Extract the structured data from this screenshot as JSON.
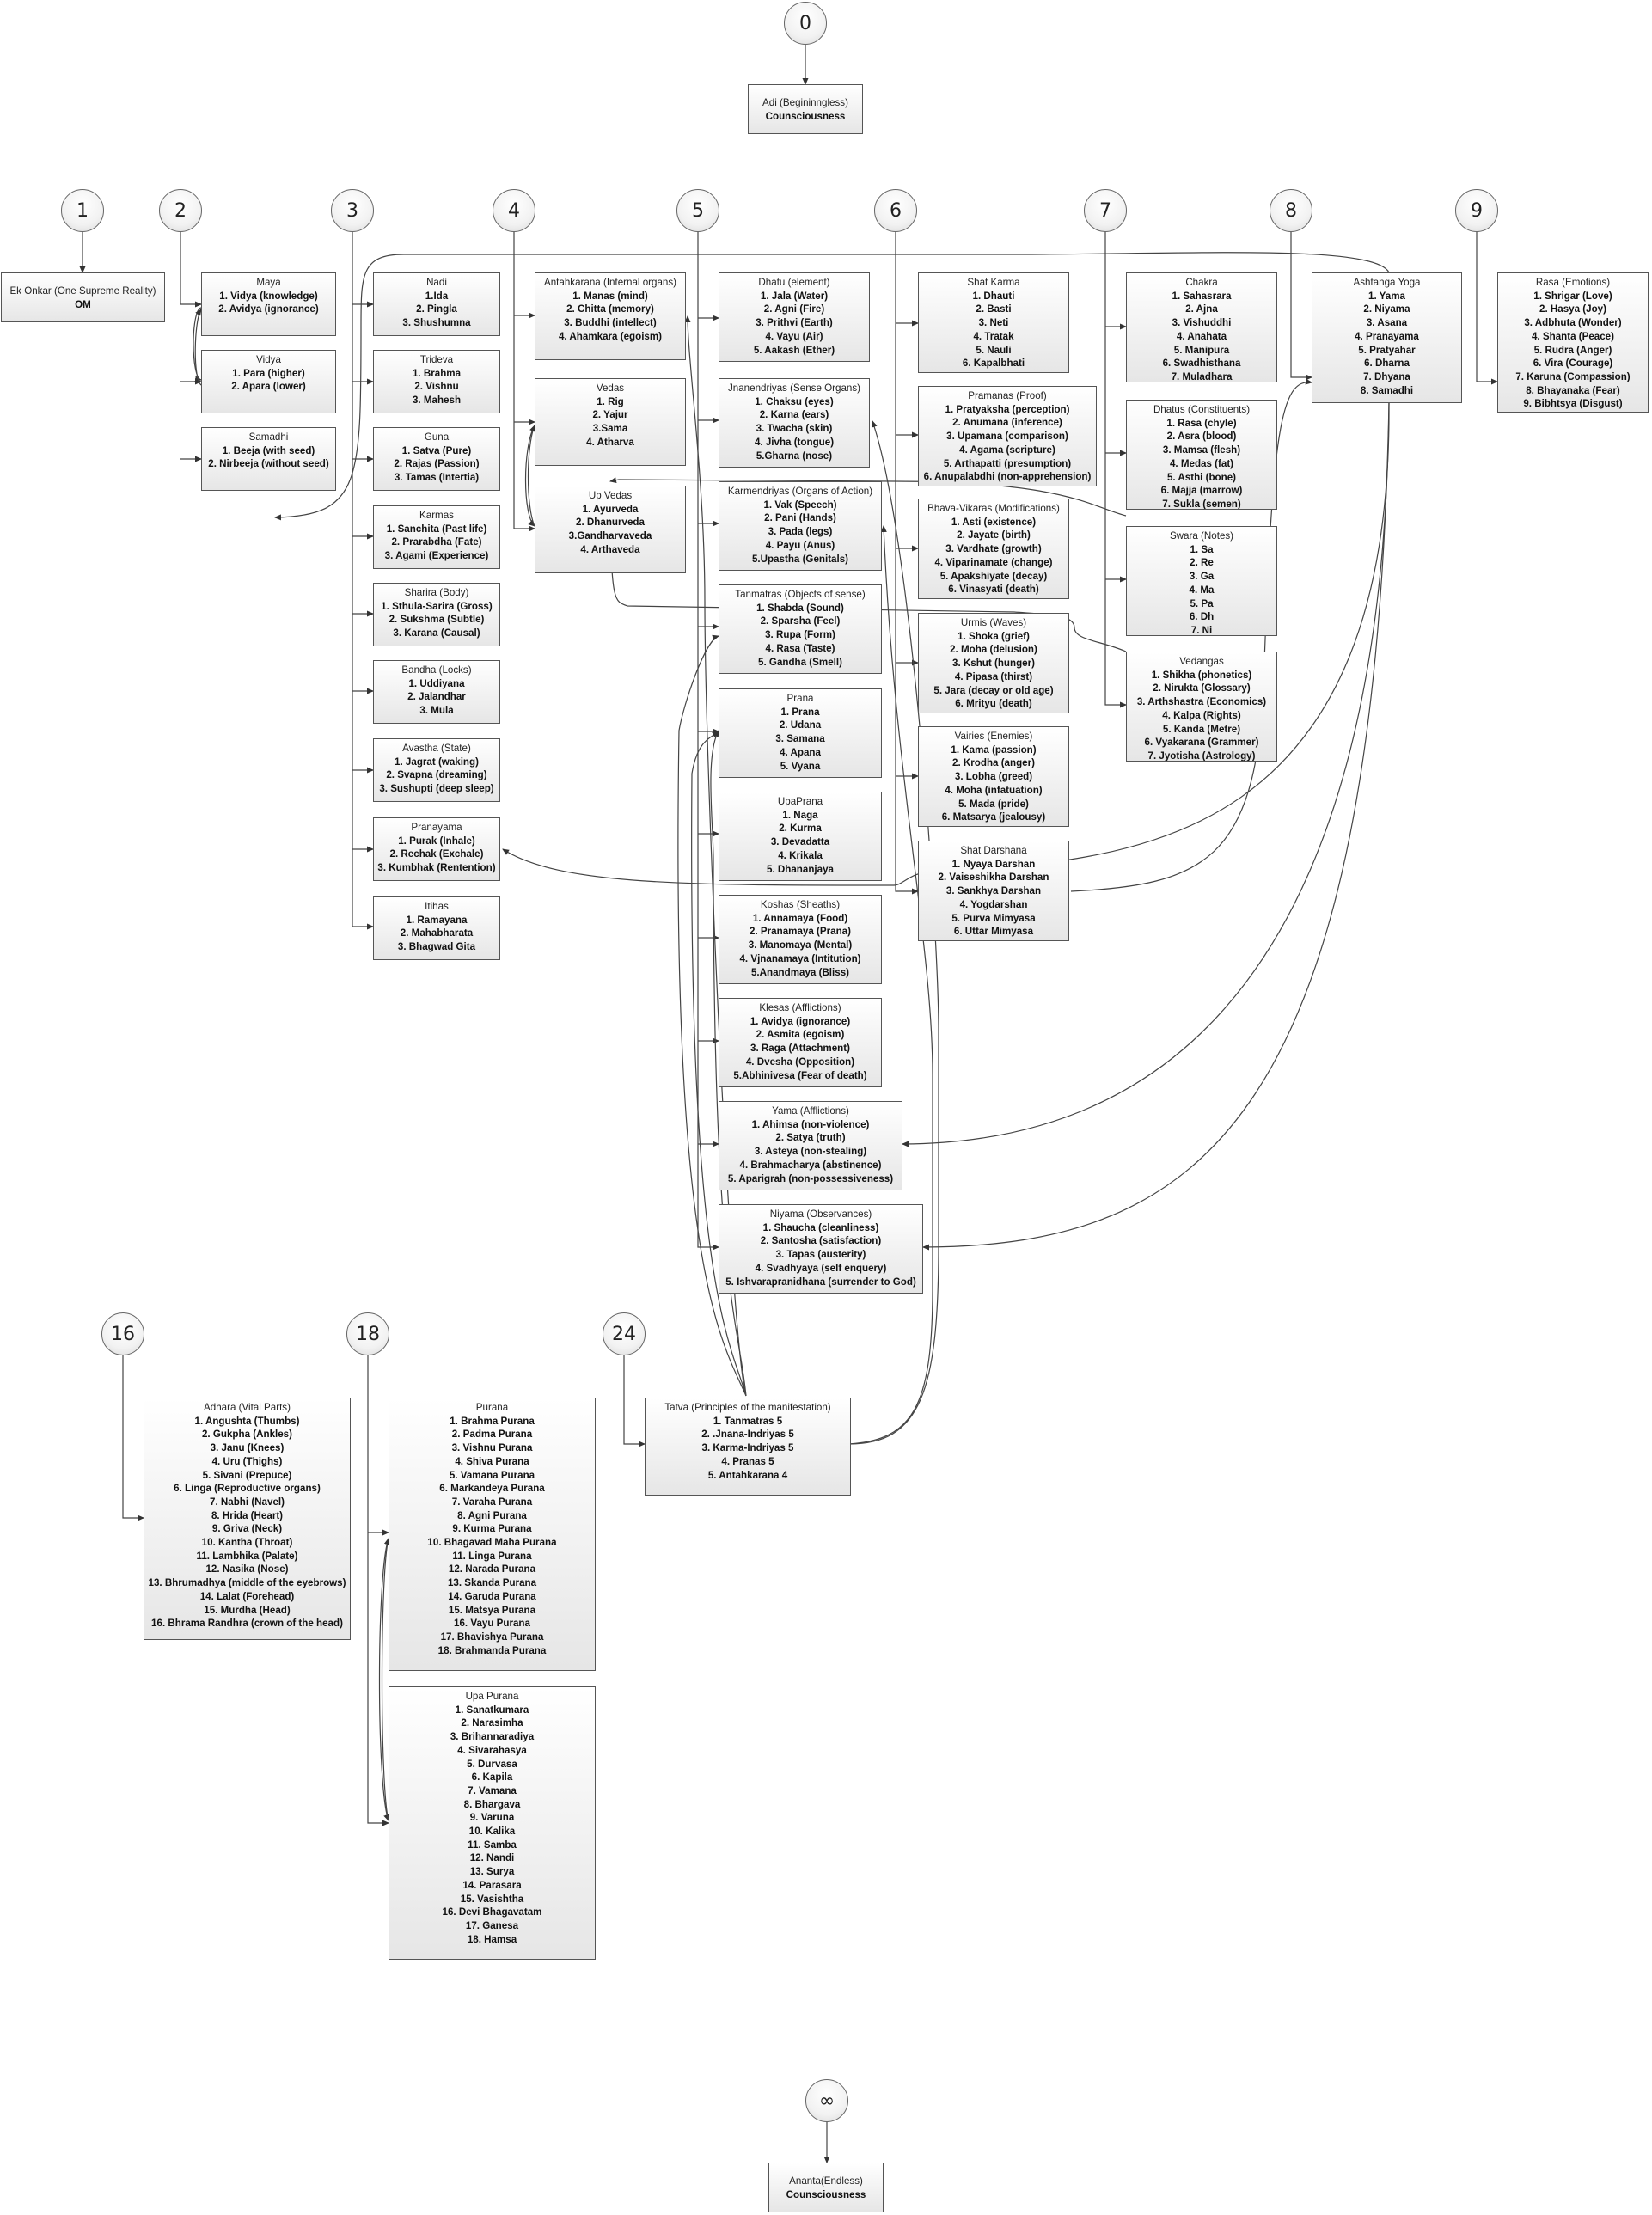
{
  "circles": {
    "c0": "0",
    "c1": "1",
    "c2": "2",
    "c3": "3",
    "c4": "4",
    "c5": "5",
    "c6": "6",
    "c7": "7",
    "c8": "8",
    "c9": "9",
    "c16": "16",
    "c18": "18",
    "c24": "24",
    "cinf": "∞"
  },
  "boxes": {
    "adi": {
      "title": "Adi (Begininngless)",
      "items": [
        "Counsciousness"
      ]
    },
    "ek_onkar": {
      "title": "Ek Onkar (One Supreme Reality)",
      "items": [
        "OM"
      ]
    },
    "maya": {
      "title": "Maya",
      "items": [
        "1. Vidya (knowledge)",
        "2. Avidya (ignorance)"
      ]
    },
    "vidya": {
      "title": "Vidya",
      "items": [
        "1. Para (higher)",
        "2.  Apara (lower)"
      ]
    },
    "samadhi": {
      "title": "Samadhi",
      "items": [
        "1. Beeja (with seed)",
        "2.  Nirbeeja (without seed)"
      ]
    },
    "nadi": {
      "title": "Nadi",
      "items": [
        "1.Ida",
        "2. Pingla",
        "3. Shushumna"
      ]
    },
    "trideva": {
      "title": "Trideva",
      "items": [
        "1. Brahma",
        "2. Vishnu",
        "3. Mahesh"
      ]
    },
    "guna": {
      "title": "Guna",
      "items": [
        "1. Satva (Pure)",
        "2.  Rajas (Passion)",
        "3. Tamas (Intertia)"
      ]
    },
    "karmas": {
      "title": "Karmas",
      "items": [
        "1. Sanchita (Past life)",
        "2. Prarabdha (Fate)",
        "3. Agami (Experience)"
      ]
    },
    "sharira": {
      "title": "Sharira (Body)",
      "items": [
        "1. Sthula-Sarira (Gross)",
        "2.  Sukshma (Subtle)",
        "3. Karana (Causal)"
      ]
    },
    "bandha": {
      "title": "Bandha (Locks)",
      "items": [
        "1. Uddiyana",
        "2. Jalandhar",
        "3. Mula"
      ]
    },
    "avastha": {
      "title": "Avastha (State)",
      "items": [
        "1. Jagrat (waking)",
        "2. Svapna (dreaming)",
        "3. Sushupti (deep sleep)"
      ]
    },
    "pranayama": {
      "title": "Pranayama",
      "items": [
        "1. Purak (Inhale)",
        "2. Rechak (Exchale)",
        "3. Kumbhak (Rentention)"
      ]
    },
    "itihas": {
      "title": "Itihas",
      "items": [
        "1. Ramayana",
        "2. Mahabharata",
        "3. Bhagwad Gita"
      ]
    },
    "antahkarana": {
      "title": "Antahkarana (Internal organs)",
      "items": [
        "1. Manas (mind)",
        "2. Chitta (memory)",
        "3. Buddhi (intellect)",
        "4. Ahamkara (egoism)"
      ]
    },
    "vedas": {
      "title": "Vedas",
      "items": [
        "1. Rig",
        "2. Yajur",
        "3.Sama",
        "4. Atharva"
      ]
    },
    "upvedas": {
      "title": "Up Vedas",
      "items": [
        "1. Ayurveda",
        "2. Dhanurveda",
        "3.Gandharvaveda",
        "4. Arthaveda"
      ]
    },
    "dhatu": {
      "title": "Dhatu (element)",
      "items": [
        "1. Jala (Water)",
        "2. Agni (Fire)",
        "3. Prithvi (Earth)",
        "4. Vayu (Air)",
        "5. Aakash (Ether)"
      ]
    },
    "jnanendriyas": {
      "title": "Jnanendriyas (Sense Organs)",
      "items": [
        "1. Chaksu (eyes)",
        "2. Karna (ears)",
        "3. Twacha (skin)",
        "4. Jivha (tongue)",
        "5.Gharna (nose)"
      ]
    },
    "karmendriyas": {
      "title": "Karmendriyas (Organs of Action)",
      "items": [
        "1. Vak (Speech)",
        "2. Pani (Hands)",
        "3. Pada (legs)",
        "4. Payu (Anus)",
        "5.Upastha (Genitals)"
      ]
    },
    "tanmatras": {
      "title": "Tanmatras (Objects of sense)",
      "items": [
        "1. Shabda (Sound)",
        "2. Sparsha (Feel)",
        "3. Rupa (Form)",
        "4. Rasa (Taste)",
        "5. Gandha (Smell)"
      ]
    },
    "prana": {
      "title": "Prana",
      "items": [
        "1. Prana",
        "2. Udana",
        "3. Samana",
        "4. Apana",
        "5. Vyana"
      ]
    },
    "upaprana": {
      "title": "UpaPrana",
      "items": [
        "1. Naga",
        "2. Kurma",
        "3. Devadatta",
        "4. Krikala",
        "5. Dhananjaya"
      ]
    },
    "koshas": {
      "title": "Koshas (Sheaths)",
      "items": [
        "1. Annamaya (Food)",
        "2. Pranamaya (Prana)",
        "3. Manomaya (Mental)",
        "4. Vjnanamaya (Intitution)",
        "5.Anandmaya (Bliss)"
      ]
    },
    "klesas": {
      "title": "Klesas (Afflictions)",
      "items": [
        "1. Avidya (ignorance)",
        "2. Asmita (egoism)",
        "3. Raga (Attachment)",
        "4. Dvesha (Opposition)",
        "5.Abhinivesa (Fear of death)"
      ]
    },
    "yama": {
      "title": "Yama (Afflictions)",
      "items": [
        "1. Ahimsa (non-violence)",
        "2. Satya (truth)",
        "3. Asteya (non-stealing)",
        "4. Brahmacharya (abstinence)",
        "5. Aparigrah (non-possessiveness)"
      ]
    },
    "niyama": {
      "title": "Niyama (Observances)",
      "items": [
        "1. Shaucha (cleanliness)",
        "2. Santosha (satisfaction)",
        "3. Tapas (austerity)",
        "4. Svadhyaya (self enquery)",
        "5. Ishvarapranidhana (surrender to God)"
      ]
    },
    "shat_karma": {
      "title": "Shat Karma",
      "items": [
        "1. Dhauti",
        "2. Basti",
        "3. Neti",
        "4. Tratak",
        "5. Nauli",
        "6. Kapalbhati"
      ]
    },
    "pramanas": {
      "title": "Pramanas (Proof)",
      "items": [
        "1. Pratyaksha (perception)",
        "2. Anumana (inference)",
        "3. Upamana (comparison)",
        "4. Agama (scripture)",
        "5. Arthapatti (presumption)",
        "6. Anupalabdhi (non-apprehension)"
      ]
    },
    "bhava": {
      "title": "Bhava-Vikaras (Modifications)",
      "items": [
        "1. Asti (existence)",
        "2. Jayate (birth)",
        "3. Vardhate (growth)",
        "4. Viparinamate (change)",
        "5. Apakshiyate (decay)",
        "6. Vinasyati (death)"
      ]
    },
    "urmis": {
      "title": "Urmis (Waves)",
      "items": [
        "1. Shoka (grief)",
        "2. Moha (delusion)",
        "3. Kshut (hunger)",
        "4. Pipasa (thirst)",
        "5. Jara (decay or old age)",
        "6. Mrityu (death)"
      ]
    },
    "vairies": {
      "title": "Vairies (Enemies)",
      "items": [
        "1. Kama (passion)",
        "2. Krodha (anger)",
        "3. Lobha (greed)",
        "4. Moha (infatuation)",
        "5. Mada (pride)",
        "6. Matsarya (jealousy)"
      ]
    },
    "shat_darshana": {
      "title": "Shat Darshana",
      "items": [
        "1. Nyaya Darshan",
        "2. Vaiseshikha Darshan",
        "3. Sankhya Darshan",
        "4. Yogdarshan",
        "5. Purva Mimyasa",
        "6. Uttar Mimyasa"
      ]
    },
    "chakra": {
      "title": "Chakra",
      "items": [
        "1. Sahasrara",
        "2. Ajna",
        "3. Vishuddhi",
        "4. Anahata",
        "5. Manipura",
        "6. Swadhisthana",
        "7. Muladhara"
      ]
    },
    "dhatus": {
      "title": "Dhatus (Constituents)",
      "items": [
        "1. Rasa (chyle)",
        "2. Asra (blood)",
        "3. Mamsa (flesh)",
        "4. Medas (fat)",
        "5. Asthi (bone)",
        "6. Majja (marrow)",
        "7. Sukla (semen)"
      ]
    },
    "swara": {
      "title": "Swara  (Notes)",
      "items": [
        "1. Sa",
        "2. Re",
        "3. Ga",
        "4. Ma",
        "5. Pa",
        "6. Dh",
        "7. Ni"
      ]
    },
    "vedangas": {
      "title": "Vedangas",
      "items": [
        "1. Shikha (phonetics)",
        "2. Nirukta (Glossary)",
        "3. Arthshastra (Economics)",
        "4. Kalpa (Rights)",
        "5. Kanda (Metre)",
        "6. Vyakarana (Grammer)",
        "7. Jyotisha (Astrology)"
      ]
    },
    "ashtanga": {
      "title": "Ashtanga Yoga",
      "items": [
        "1. Yama",
        "2. Niyama",
        "3. Asana",
        "4. Pranayama",
        "5. Pratyahar",
        "6. Dharna",
        "7. Dhyana",
        "8. Samadhi"
      ]
    },
    "rasa": {
      "title": "Rasa (Emotions)",
      "items": [
        "1. Shrigar (Love)",
        "2. Hasya (Joy)",
        "3. Adbhuta (Wonder)",
        "4. Shanta (Peace)",
        "5. Rudra (Anger)",
        "6. Vira (Courage)",
        "7. Karuna (Compassion)",
        "8. Bhayanaka (Fear)",
        "9. Bibhtsya (Disgust)"
      ]
    },
    "adhara": {
      "title": "Adhara (Vital Parts)",
      "items": [
        "1. Angushta (Thumbs)",
        "2. Gukpha (Ankles)",
        "3. Janu (Knees)",
        "4. Uru (Thighs)",
        "5. Sivani (Prepuce)",
        "6. Linga (Reproductive organs)",
        "7. Nabhi (Navel)",
        "8. Hrida (Heart)",
        "9. Griva (Neck)",
        "10. Kantha (Throat)",
        "11. Lambhika (Palate)",
        "12. Nasika (Nose)",
        "13. Bhrumadhya (middle of the eyebrows)",
        "14. Lalat (Forehead)",
        "15. Murdha (Head)",
        "16. Bhrama Randhra (crown of the head)"
      ]
    },
    "purana": {
      "title": "Purana",
      "items": [
        "1. Brahma Purana",
        "2. Padma Purana",
        "3. Vishnu Purana",
        "4. Shiva Purana",
        "5. Vamana Purana",
        "6. Markandeya Purana",
        "7. Varaha Purana",
        "8. Agni Purana",
        "9. Kurma Purana",
        "10. Bhagavad Maha Purana",
        "11. Linga Purana",
        "12. Narada Purana",
        "13. Skanda Purana",
        "14. Garuda Purana",
        "15. Matsya Purana",
        "16. Vayu Purana",
        "17. Bhavishya Purana",
        "18. Brahmanda Purana"
      ]
    },
    "upapurana": {
      "title": "Upa Purana",
      "items": [
        "1. Sanatkumara",
        "2. Narasimha",
        "3. Brihannaradiya",
        "4. Sivarahasya",
        "5. Durvasa",
        "6. Kapila",
        "7. Vamana",
        "8. Bhargava",
        "9. Varuna",
        "10. Kalika",
        "11. Samba",
        "12. Nandi",
        "13. Surya",
        "14. Parasara",
        "15. Vasishtha",
        "16. Devi Bhagavatam",
        "17. Ganesa",
        "18. Hamsa"
      ]
    },
    "tatva": {
      "title": "Tatva (Principles of the manifestation)",
      "items": [
        "1. Tanmatras 5",
        "2. .Jnana-Indriyas 5",
        "3. Karma-Indriyas 5",
        "4. Pranas 5",
        "5. Antahkarana 4"
      ]
    },
    "ananta": {
      "title": "Ananta(Endless)",
      "items": [
        "Counsciousness"
      ]
    }
  }
}
